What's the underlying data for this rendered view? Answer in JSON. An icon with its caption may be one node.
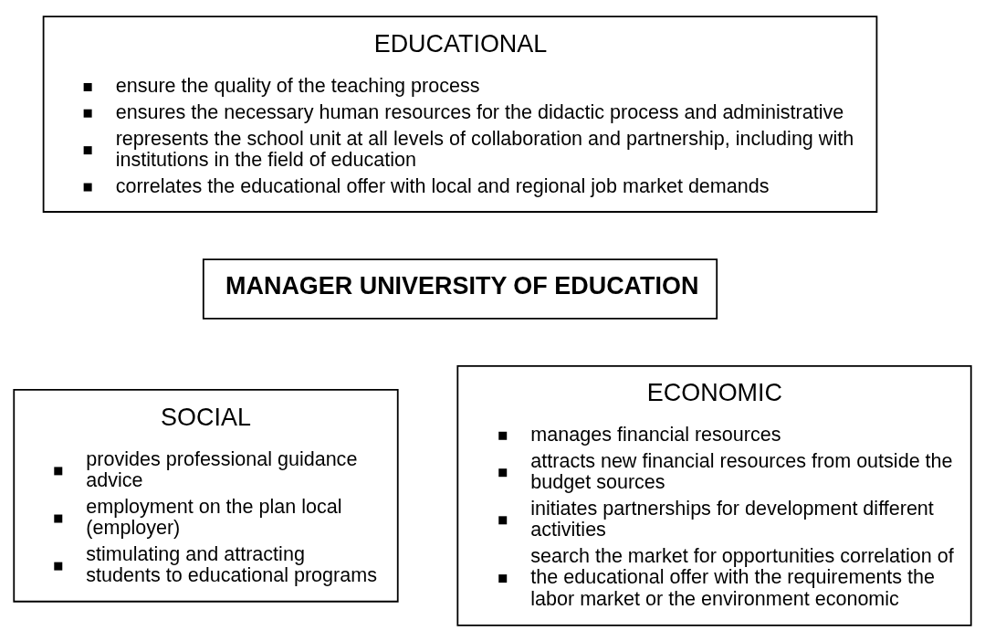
{
  "diagram": {
    "nodes": [
      {
        "text": [
          "EDUCATIONAL",
          "ensure the quality of the teaching process",
          "ensures the necessary human resources for the didactic process and administrative",
          "represents the school unit at all levels of collaboration and partnership, including with institutions in the field of education",
          "correlates the educational offer with local and regional job market demands"
        ]
      },
      {
        "text": [
          "MANAGER UNIVERSITY OF EDUCATION"
        ]
      },
      {
        "text": [
          "SOCIAL",
          "provides professional guidance advice",
          "employment on the plan local (employer)",
          "stimulating and attracting students to educational programs"
        ]
      },
      {
        "text": [
          "ECONOMIC",
          "manages financial resources",
          "attracts new financial resources from outside the budget sources",
          "initiates partnerships for development different activities",
          "search the market for opportunities correlation of the educational offer with the requirements the labor market or the environment economic"
        ]
      }
    ],
    "edges": []
  }
}
